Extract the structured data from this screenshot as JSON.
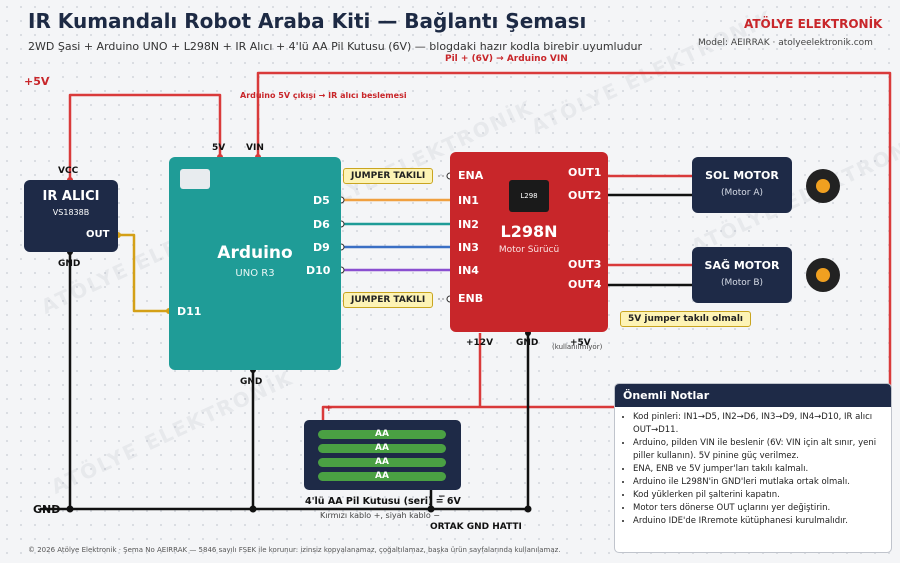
{
  "header": {
    "title": "IR Kumandalı Robot Araba Kiti — Bağlantı Şeması",
    "subtitle": "2WD Şasi + Arduino UNO + L298N + IR Alıcı + 4'lü AA Pil Kutusu (6V) — blogdaki hazır kodla birebir uyumludur",
    "brand": "ATÖLYE ELEKTRONİK",
    "model": "Model: AEIRRAK · atolyeelektronik.com"
  },
  "watermark": "ATÖLYE ELEKTRONİK",
  "rails": {
    "plus5v": "+5V",
    "gnd": "GND",
    "common_gnd": "ORTAK GND HATTI",
    "pil_vin": "Pil + (6V) → Arduino VIN",
    "ard5v_note": "Arduino 5V çıkışı → IR alıcı beslemesi"
  },
  "ir": {
    "title": "IR ALICI",
    "part": "VS1838B",
    "vcc": "VCC",
    "out": "OUT",
    "gnd": "GND"
  },
  "arduino": {
    "title": "Arduino",
    "sub": "UNO R3",
    "pin_5v": "5V",
    "pin_vin": "VIN",
    "pins": [
      "D5",
      "D6",
      "D9",
      "D10"
    ],
    "d11": "D11",
    "gnd": "GND"
  },
  "jumpers": {
    "top": "JUMPER TAKILI",
    "bottom": "JUMPER TAKILI",
    "five_v": "5V jumper takılı olmalı"
  },
  "driver": {
    "title": "L298N",
    "sub": "Motor Sürücü",
    "chip": "L298",
    "ena": "ENA",
    "enb": "ENB",
    "ins": [
      "IN1",
      "IN2",
      "IN3",
      "IN4"
    ],
    "outs": [
      "OUT1",
      "OUT2",
      "OUT3",
      "OUT4"
    ],
    "v12": "+12V",
    "gnd": "GND",
    "v5": "+5V",
    "v5_note": "(kullanılmıyor)"
  },
  "motors": {
    "left_title": "SOL MOTOR",
    "left_sub": "(Motor A)",
    "right_title": "SAĞ MOTOR",
    "right_sub": "(Motor B)"
  },
  "battery": {
    "cells": [
      "AA",
      "AA",
      "AA",
      "AA"
    ],
    "plus": "+",
    "minus": "−",
    "title": "4'lü AA Pil Kutusu (seri) = 6V",
    "sub": "Kırmızı kablo +, siyah kablo −"
  },
  "notes": {
    "title": "Önemli Notlar",
    "items": [
      "Kod pinleri: IN1→D5, IN2→D6, IN3→D9, IN4→D10, IR alıcı OUT→D11.",
      "Arduino, pilden VIN ile beslenir (6V: VIN için alt sınır, yeni piller kullanın). 5V pinine güç verilmez.",
      "ENA, ENB ve 5V jumper'ları takılı kalmalı.",
      "Arduino ile L298N'in GND'leri mutlaka ortak olmalı.",
      "Kod yüklerken pil şalterini kapatın.",
      "Motor ters dönerse OUT uçlarını yer değiştirin.",
      "Arduino IDE'de IRremote kütüphanesi kurulmalıdır."
    ]
  },
  "footer": "© 2026 Atölye Elektronik · Şema No AEIRRAK — 5846 sayılı FSEK ile korunur: izinsiz kopyalanamaz, çoğaltılamaz, başka ürün sayfalarında kullanılamaz.",
  "colors": {
    "red_wire": "#d93a3a",
    "black_wire": "#111111",
    "d5_wire": "#f0a040",
    "d6_wire": "#1f9c97",
    "d9_wire": "#3a6fc4",
    "d10_wire": "#8a4fd0",
    "ir_out_wire": "#d4a017",
    "arduino": "#1f9c97",
    "driver": "#c8262a",
    "navy": "#1e2a47"
  }
}
